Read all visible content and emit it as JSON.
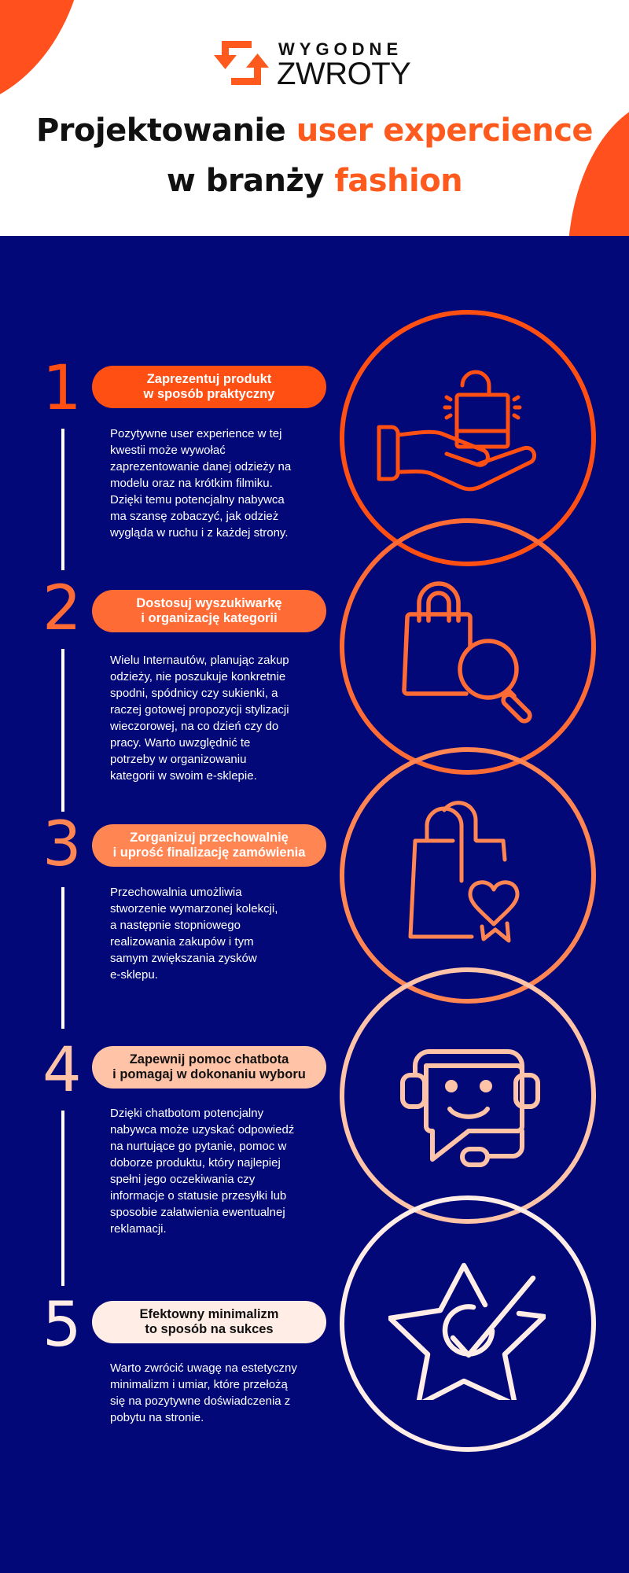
{
  "colors": {
    "background": "#020878",
    "accent": "#FF501E",
    "step1": "#FF4F12",
    "step2": "#FF6B35",
    "step3": "#FF8552",
    "step4": "#FFC4A8",
    "step5": "#FFEDE6"
  },
  "logo": {
    "top": "WYGODNE",
    "bottom": "ZWROTY",
    "icon": "return-arrows-icon"
  },
  "title": {
    "line1_plain": "Projektowanie ",
    "line1_accent": "user expercience",
    "line2_plain": "w branży ",
    "line2_accent": "fashion"
  },
  "steps": [
    {
      "number": "1",
      "heading_line1": "Zaprezentuj produkt",
      "heading_line2": "w sposób praktyczny",
      "body": [
        "Pozytywne user experience w tej",
        "kwestii może wywołać",
        "zaprezentowanie danej odzieży na",
        "modelu oraz na krótkim filmiku.",
        "Dzięki temu potencjalny nabywca",
        "ma szansę zobaczyć, jak odzież",
        "wygląda w ruchu i z każdej strony."
      ],
      "icon": "hand-holding-bag-icon"
    },
    {
      "number": "2",
      "heading_line1": "Dostosuj wyszukiwarkę",
      "heading_line2": "i organizację kategorii",
      "body": [
        "Wielu Internautów, planując zakup",
        "odzieży, nie poszukuje konkretnie",
        "spodni, spódnicy czy sukienki, a",
        "raczej gotowej propozycji stylizacji",
        "wieczorowej, na co dzień czy do",
        "pracy. Warto uwzględnić te",
        "potrzeby w organizowaniu",
        "kategorii w swoim e-sklepie."
      ],
      "icon": "bag-search-icon"
    },
    {
      "number": "3",
      "heading_line1": "Zorganizuj przechowalnię",
      "heading_line2": "i uprość finalizację zamówienia",
      "body": [
        "Przechowalnia umożliwia",
        "stworzenie wymarzonej kolekcji,",
        "a następnie stopniowego",
        "realizowania zakupów i tym",
        "samym zwiększania zysków",
        "e-sklepu."
      ],
      "icon": "bag-heart-icon"
    },
    {
      "number": "4",
      "heading_line1": "Zapewnij pomoc chatbota",
      "heading_line2": "i pomagaj w dokonaniu wyboru",
      "body": [
        "Dzięki chatbotom potencjalny",
        "nabywca może uzyskać odpowiedź",
        "na nurtujące go pytanie, pomoc w",
        "doborze produktu, który najlepiej",
        "spełni jego oczekiwania czy",
        "informacje o statusie przesyłki lub",
        "sposobie załatwienia ewentualnej",
        "reklamacji."
      ],
      "icon": "chatbot-headset-icon"
    },
    {
      "number": "5",
      "heading_line1": "Efektowny minimalizm",
      "heading_line2": "to sposób na sukces",
      "body": [
        "Warto zwrócić uwagę na estetyczny",
        "minimalizm i umiar, które przełożą",
        "się na pozytywne doświadczenia z",
        "pobytu na stronie."
      ],
      "icon": "star-check-icon"
    }
  ]
}
